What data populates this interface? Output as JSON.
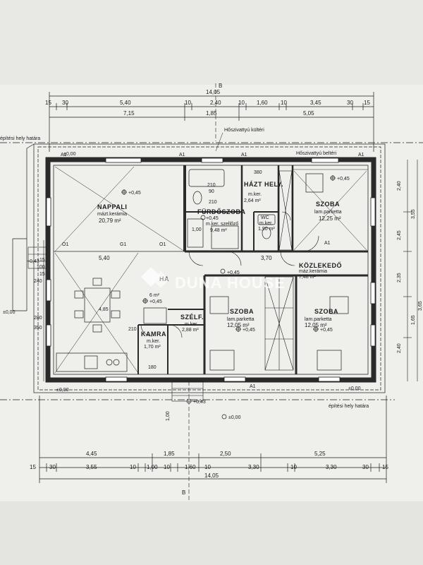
{
  "axis_marker": "B",
  "top_dims": {
    "total": "14,05",
    "row1": [
      "15",
      "30",
      "5,40",
      "10",
      "2,40",
      "10",
      "1,60",
      "10",
      "3,45",
      "30",
      "15"
    ],
    "row2": [
      "7,15",
      "1,85",
      "5,05"
    ]
  },
  "bottom_dims": {
    "row1": [
      "4,45",
      "1,85",
      "2,50",
      "5,25"
    ],
    "row2": [
      "15",
      "30",
      "3,55",
      "10",
      "1,00",
      "10",
      "1,60",
      "10",
      "3,30",
      "10",
      "3,30",
      "30",
      "15"
    ],
    "total": "14,05"
  },
  "left_dims": [
    "15",
    "100",
    "15",
    "240",
    "280",
    "350"
  ],
  "right_dims": [
    "2,40",
    "3,55",
    "2,45",
    "2,35",
    "2,40",
    "1,65",
    "3,65"
  ],
  "labels": {
    "pump_outdoor": "Hőszivattyú kültéri",
    "pump_indoor": "Hőszivattyú beltéri",
    "build_line_top": "építési hely határa",
    "build_line_top_left": "építési hely határa",
    "build_line_bottom": "építési hely határa",
    "level_zero": "±0,00",
    "level_tl": "±0,00",
    "level_bl": "±0,00",
    "level_br": "±0,00",
    "level_mid_left": "±0,00",
    "level_entry": "+0,43",
    "level_out_left": "+0,43",
    "level_bottom": "±0,00",
    "door_o1": "O1",
    "door_g1": "G1",
    "door_o1b": "O1",
    "a1": "A1"
  },
  "rooms": [
    {
      "id": "nappali",
      "name": "NAPPALI",
      "level": "+0,45",
      "material": "mázt.kerámia",
      "area": "20,79 m²"
    },
    {
      "id": "haztartasi",
      "name": "HÁZT HELY.",
      "material": "m.ker.",
      "area": "2,64 m²"
    },
    {
      "id": "furdo",
      "name": "FÜRDŐSZOBA",
      "level": "+0,45",
      "material": "m.ker. szellőző",
      "area": "9,48 m²"
    },
    {
      "id": "wc",
      "name": "WC",
      "material": "m.ker.",
      "area": "1,90 m²"
    },
    {
      "id": "szoba1",
      "name": "SZOBA",
      "level": "+0,45",
      "material": "lam.parketta",
      "area": "12,25 m²"
    },
    {
      "id": "konyha",
      "name": "HA",
      "level": "+0,45",
      "area": "6 m²"
    },
    {
      "id": "kozlekedo",
      "name": "KÖZLEKEDŐ",
      "level": "+0,45",
      "material": "máz.kerámia",
      "area": "7,48 m²"
    },
    {
      "id": "kamra",
      "name": "KAMRA",
      "material": "m.ker.",
      "area": "1,70 m²"
    },
    {
      "id": "szelf",
      "name": "SZÉLF.",
      "material": "m.ker.",
      "area": "2,88 m²"
    },
    {
      "id": "szoba2",
      "name": "SZOBA",
      "level": "+0,45",
      "material": "lam.parketta",
      "area": "12,05 m²"
    },
    {
      "id": "szoba3",
      "name": "SZOBA",
      "level": "+0,45",
      "material": "lam.parketta",
      "area": "12,05 m²"
    }
  ],
  "inner_dims": {
    "living_width": "5,40",
    "hall_width": "3,70",
    "wall_210": "210",
    "wall_90": "90",
    "wall_380": "380",
    "wall_180": "180",
    "wall_100": "1,00",
    "wall_485": "4,85"
  },
  "watermark": "DUNA HOUSE",
  "colors": {
    "paper": "#efefec",
    "ink": "#1c1c1c",
    "wall": "#2a2a2a"
  }
}
